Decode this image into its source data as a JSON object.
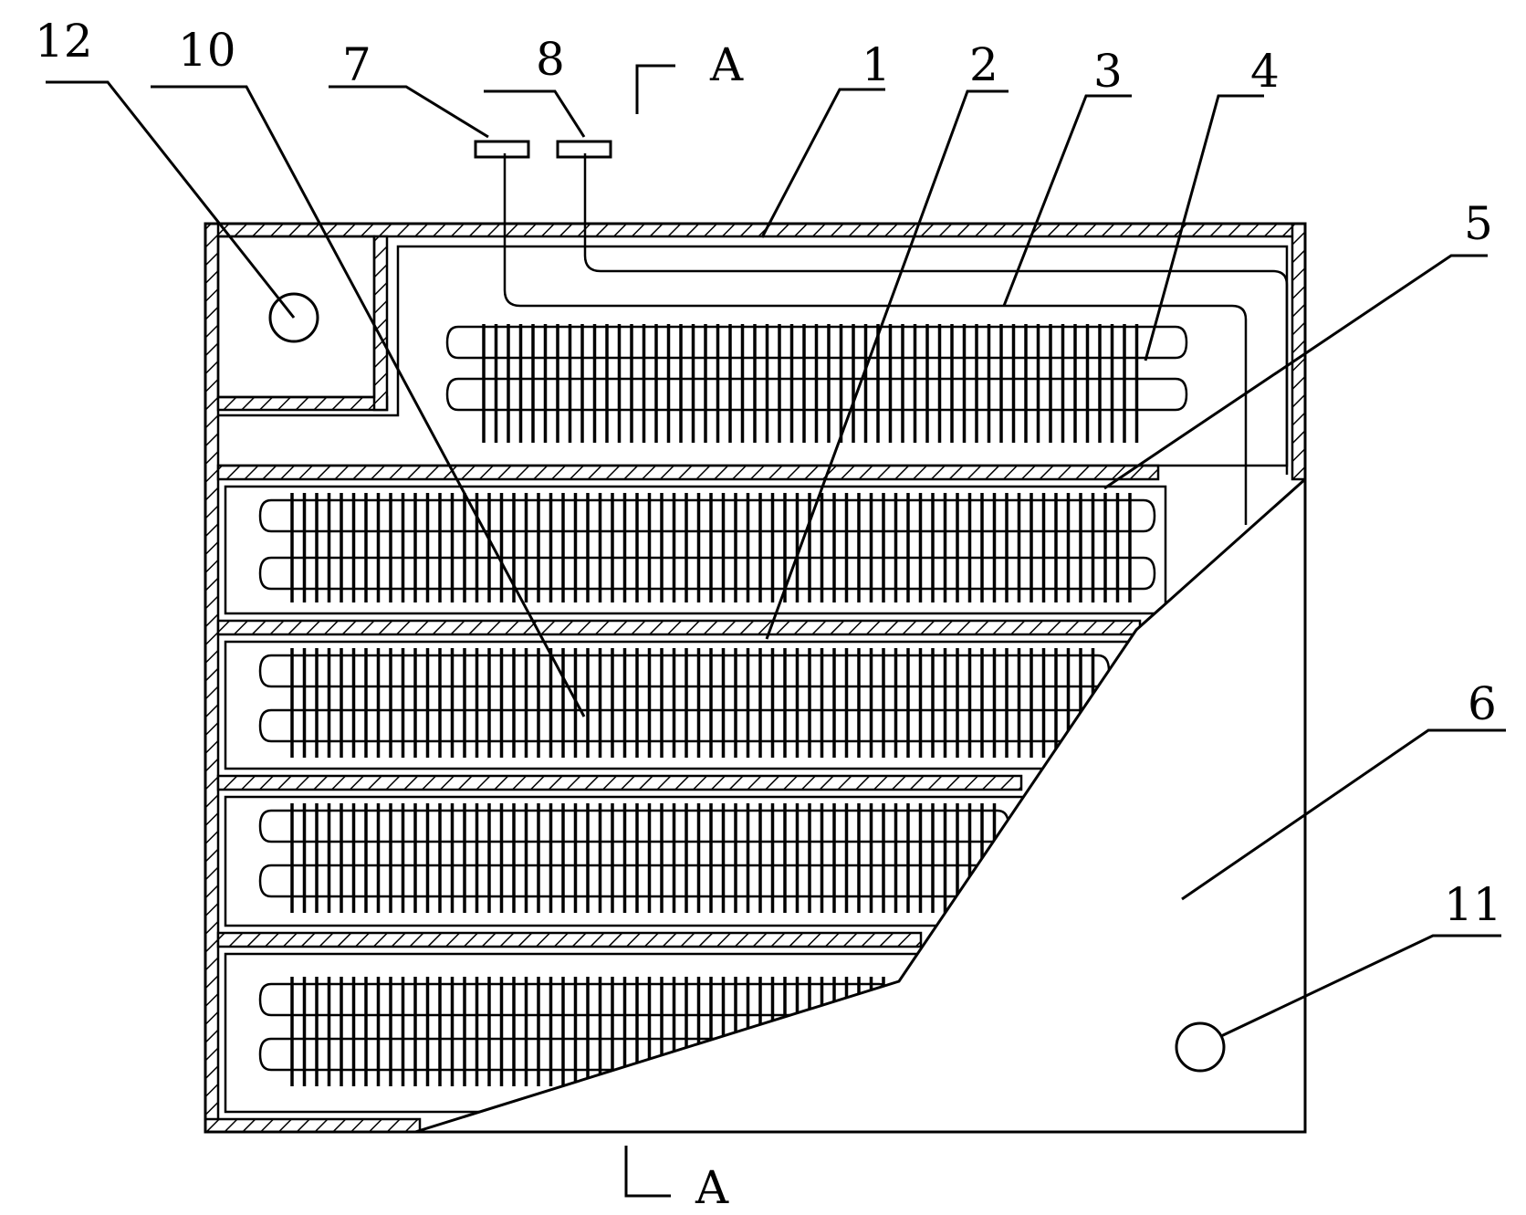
{
  "figure": {
    "section_label": "A",
    "labels": [
      {
        "id": "1",
        "text": "1"
      },
      {
        "id": "2",
        "text": "2"
      },
      {
        "id": "3",
        "text": "3"
      },
      {
        "id": "4",
        "text": "4"
      },
      {
        "id": "5",
        "text": "5"
      },
      {
        "id": "6",
        "text": "6"
      },
      {
        "id": "7",
        "text": "7"
      },
      {
        "id": "8",
        "text": "8"
      },
      {
        "id": "10",
        "text": "10"
      },
      {
        "id": "11",
        "text": "11"
      },
      {
        "id": "12",
        "text": "12"
      }
    ],
    "colors": {
      "ink": "#000000",
      "paper": "#ffffff"
    }
  }
}
